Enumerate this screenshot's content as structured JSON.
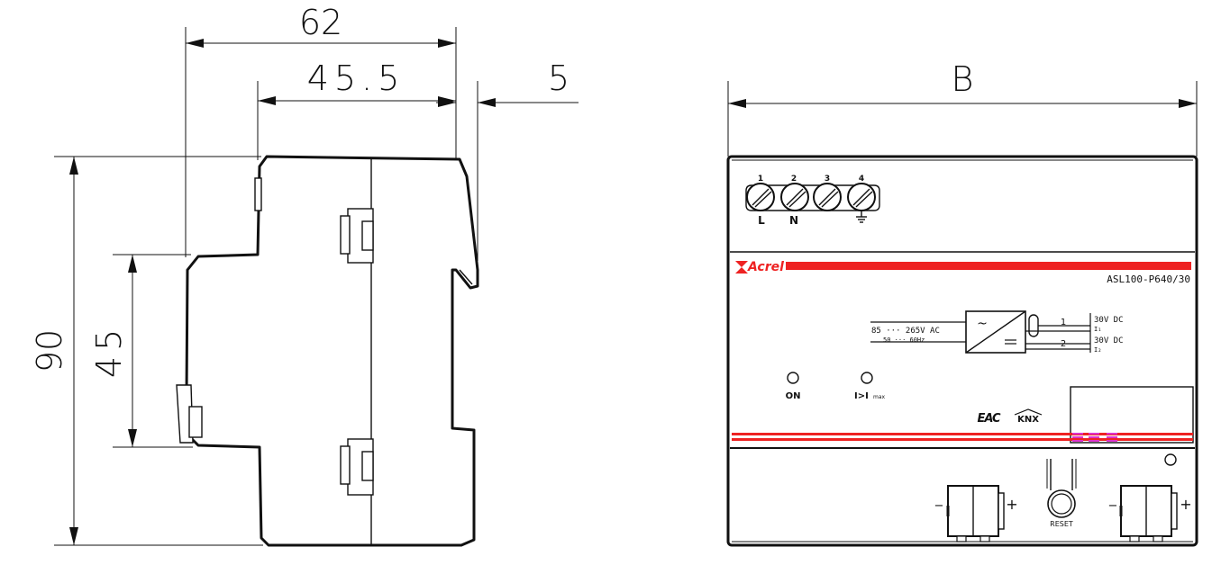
{
  "side_view": {
    "dim_total_width": "62",
    "dim_inner_width": "45.5",
    "dim_clip": "5",
    "dim_height": "90",
    "dim_rail": "45"
  },
  "front_view": {
    "dim_width": "B",
    "brand": "Acrel",
    "model": "ASL100-P640/30",
    "terminals": {
      "numbers": [
        "1",
        "2",
        "3",
        "4"
      ],
      "labels": [
        "L",
        "N",
        "⏚"
      ]
    },
    "input_voltage": "85 ··· 265V AC",
    "input_freq": "50 ··· 60Hz",
    "output1_num": "1",
    "output1_volt": "30V DC",
    "output1_current": "I₁",
    "output2_num": "2",
    "output2_volt": "30V DC",
    "output2_current": "I₂",
    "led_on_label": "ON",
    "led_imax_prefix": "I>I",
    "led_imax_sub": "max",
    "cert_label": "EAC",
    "knx_label": "KNX",
    "reset_label": "RESET",
    "minus_left": "−",
    "plus_left": "+",
    "minus_right": "−",
    "plus_right": "+"
  },
  "colors": {
    "line": "#111111",
    "brand_red": "#ee2222",
    "accent_magenta": "#dd33cc"
  }
}
